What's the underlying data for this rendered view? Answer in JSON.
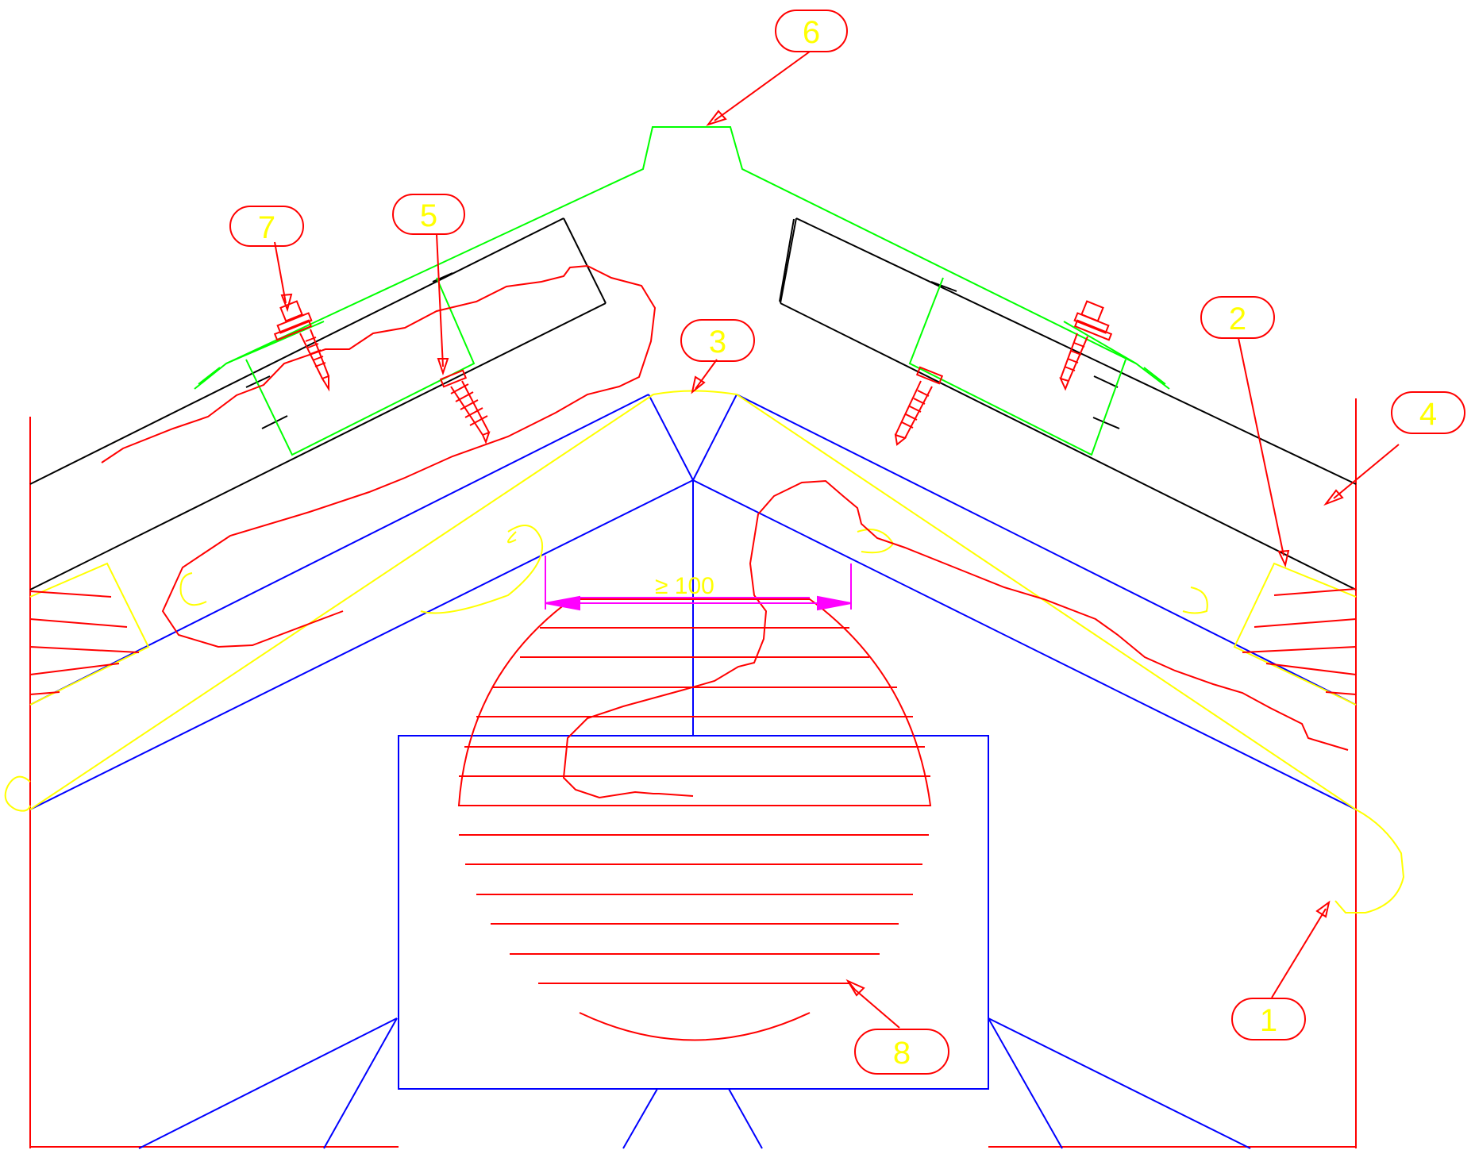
{
  "callouts": [
    {
      "id": "1",
      "label": "1"
    },
    {
      "id": "2",
      "label": "2"
    },
    {
      "id": "3",
      "label": "3"
    },
    {
      "id": "4",
      "label": "4"
    },
    {
      "id": "5",
      "label": "5"
    },
    {
      "id": "6",
      "label": "6"
    },
    {
      "id": "7",
      "label": "7"
    },
    {
      "id": "8",
      "label": "8"
    }
  ],
  "dimension": {
    "label": "≥ 100"
  },
  "colors": {
    "frame": "#ff0000",
    "structure": "#0000ff",
    "ridge_cap": "#00ff00",
    "panel": "#000000",
    "seal": "#ffff00",
    "dimension": "#ff00ff",
    "callout_text": "#ffff00"
  }
}
